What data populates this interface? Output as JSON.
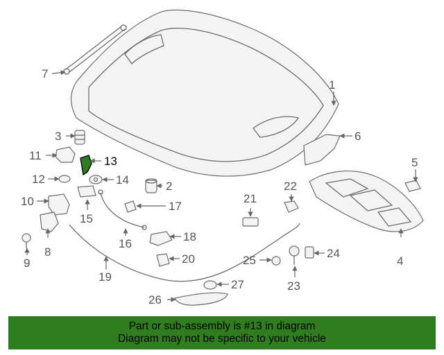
{
  "diagram": {
    "highlight_color": "#2e7d1e",
    "highlighted_part": "13",
    "callouts": [
      "1",
      "2",
      "3",
      "4",
      "5",
      "6",
      "7",
      "8",
      "9",
      "10",
      "11",
      "12",
      "13",
      "14",
      "15",
      "16",
      "17",
      "18",
      "19",
      "20",
      "21",
      "22",
      "23",
      "24",
      "25",
      "26",
      "27"
    ]
  },
  "banner": {
    "line1": "Part or sub-assembly is #13 in diagram",
    "line2": "Diagram may not be specific to your vehicle",
    "background": "#2f7d1f"
  }
}
